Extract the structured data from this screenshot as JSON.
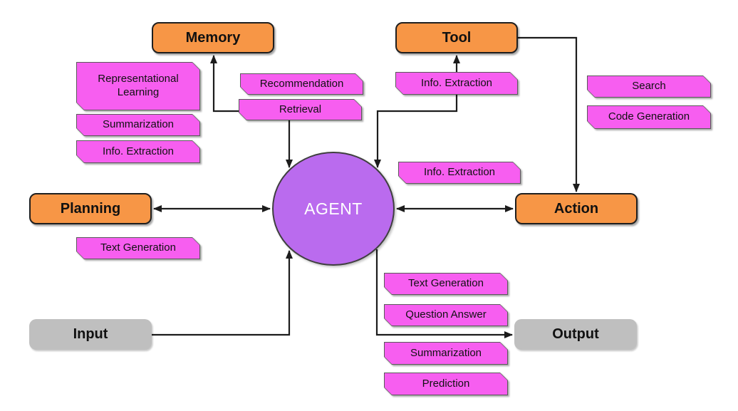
{
  "canvas": {
    "background": "#ffffff"
  },
  "colors": {
    "node_fill_orange": "#F79646",
    "tag_fill_magenta": "#F75EF0",
    "agent_fill_purple": "#BA6BEE",
    "io_fill_gray": "#BFBFBF",
    "connector_black": "#1c1c1c"
  },
  "agent": {
    "label": "AGENT"
  },
  "nodes": {
    "memory": {
      "label": "Memory"
    },
    "tool": {
      "label": "Tool"
    },
    "planning": {
      "label": "Planning"
    },
    "action": {
      "label": "Action"
    },
    "input": {
      "label": "Input"
    },
    "output": {
      "label": "Output"
    }
  },
  "tags": {
    "memory_representational_learning": {
      "label": "Representational Learning"
    },
    "memory_summarization": {
      "label": "Summarization"
    },
    "memory_info_extraction": {
      "label": "Info. Extraction"
    },
    "memory_recommendation": {
      "label": "Recommendation"
    },
    "memory_retrieval": {
      "label": "Retrieval"
    },
    "tool_info_extraction": {
      "label": "Info. Extraction"
    },
    "action_search": {
      "label": "Search"
    },
    "action_code_generation": {
      "label": "Code Generation"
    },
    "agent_action_info_extraction": {
      "label": "Info. Extraction"
    },
    "planning_text_generation": {
      "label": "Text Generation"
    },
    "output_text_generation": {
      "label": "Text Generation"
    },
    "output_question_answer": {
      "label": "Question Answer"
    },
    "output_summarization": {
      "label": "Summarization"
    },
    "output_prediction": {
      "label": "Prediction"
    }
  },
  "edges": [
    {
      "from": "Retrieval",
      "to": "Memory",
      "arrow": "single"
    },
    {
      "from": "Retrieval",
      "to": "AGENT",
      "arrow": "single"
    },
    {
      "from": "Info. Extraction",
      "to": "Tool",
      "arrow": "single"
    },
    {
      "from": "Info. Extraction",
      "to": "AGENT",
      "arrow": "single"
    },
    {
      "from": "Tool",
      "to": "Action",
      "arrow": "single"
    },
    {
      "from": "Planning",
      "to": "AGENT",
      "arrow": "double"
    },
    {
      "from": "AGENT",
      "to": "Action",
      "arrow": "double"
    },
    {
      "from": "Input",
      "to": "AGENT",
      "arrow": "single"
    },
    {
      "from": "AGENT",
      "to": "Output",
      "arrow": "single"
    }
  ]
}
